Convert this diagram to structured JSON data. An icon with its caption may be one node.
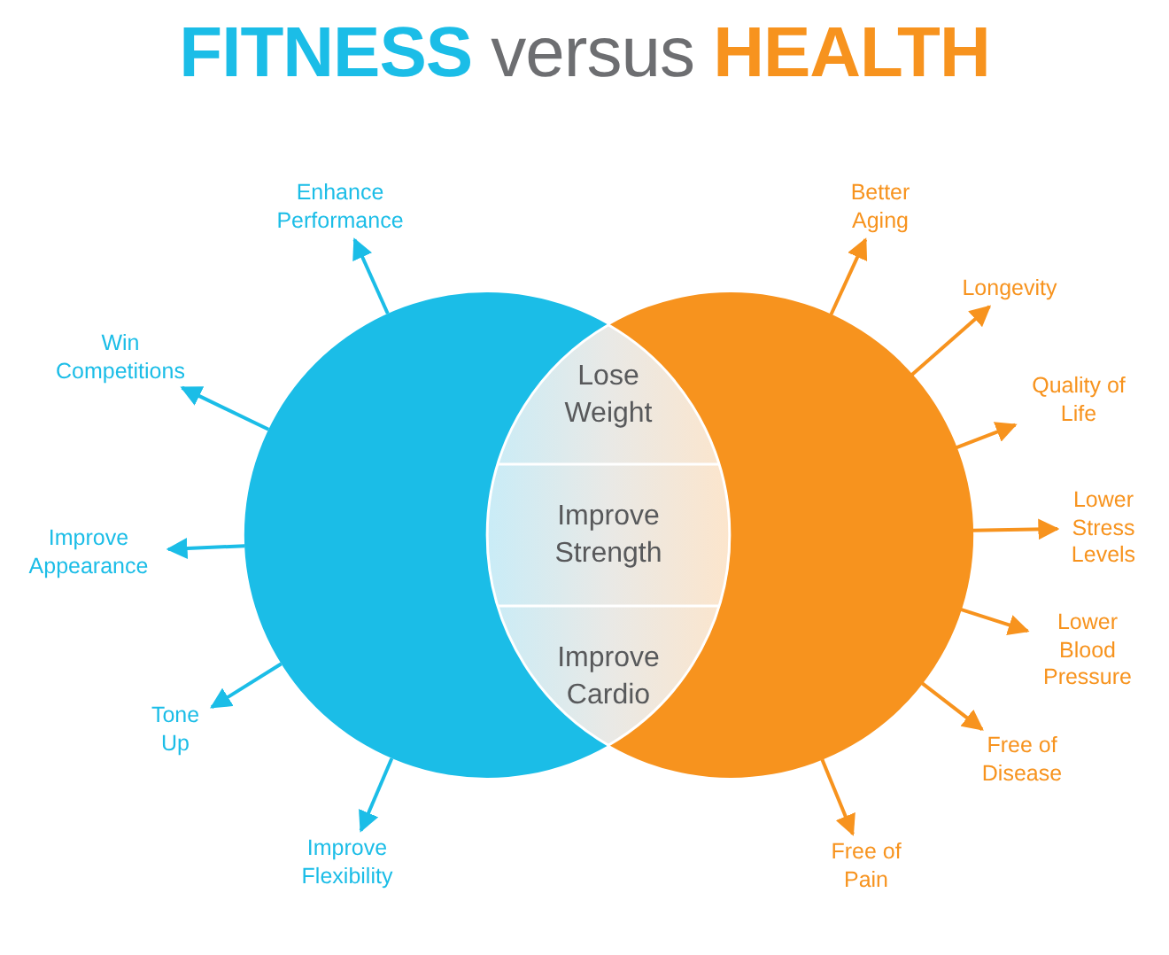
{
  "diagram": {
    "title": "**FITNESS** versus **HEALTH**",
    "nodes": [
      {
        "text": [],
        "shape": "circle"
      },
      {
        "text": [],
        "shape": "circle"
      },
      {
        "text": [
          "Lose Weight"
        ]
      },
      {
        "text": [
          "Improve Strength"
        ]
      },
      {
        "text": [
          "Improve Cardio"
        ]
      },
      {
        "text": [
          "Enhance Performance"
        ]
      },
      {
        "text": [
          "Win Competitions"
        ]
      },
      {
        "text": [
          "Improve Appearance"
        ]
      },
      {
        "text": [
          "Tone Up"
        ]
      },
      {
        "text": [
          "Improve Flexibility"
        ]
      },
      {
        "text": [
          "Better Aging"
        ]
      },
      {
        "text": [
          "Longevity"
        ]
      },
      {
        "text": [
          "Quality of Life"
        ]
      },
      {
        "text": [
          "Lower Stress Levels"
        ]
      },
      {
        "text": [
          "Lower Blood Pressure"
        ]
      },
      {
        "text": [
          "Free of Disease"
        ]
      },
      {
        "text": [
          "Free of Pain"
        ]
      }
    ],
    "edges": [
      {
        "from": 0,
        "to": 5,
        "arrow": "to",
        "color": "#1bbde7"
      },
      {
        "from": 0,
        "to": 6,
        "arrow": "to",
        "color": "#1bbde7"
      },
      {
        "from": 0,
        "to": 7,
        "arrow": "to",
        "color": "#1bbde7"
      },
      {
        "from": 0,
        "to": 8,
        "arrow": "to",
        "color": "#1bbde7"
      },
      {
        "from": 0,
        "to": 9,
        "arrow": "to",
        "color": "#1bbde7"
      },
      {
        "from": 1,
        "to": 10,
        "arrow": "to"
      },
      {
        "from": 1,
        "to": 11,
        "arrow": "to"
      },
      {
        "from": 1,
        "to": 12,
        "arrow": "to"
      },
      {
        "from": 1,
        "to": 13,
        "arrow": "to"
      },
      {
        "from": 1,
        "to": 14,
        "arrow": "to"
      },
      {
        "from": 1,
        "to": 15,
        "arrow": "to"
      },
      {
        "from": 1,
        "to": 16,
        "arrow": "to"
      }
    ]
  }
}
